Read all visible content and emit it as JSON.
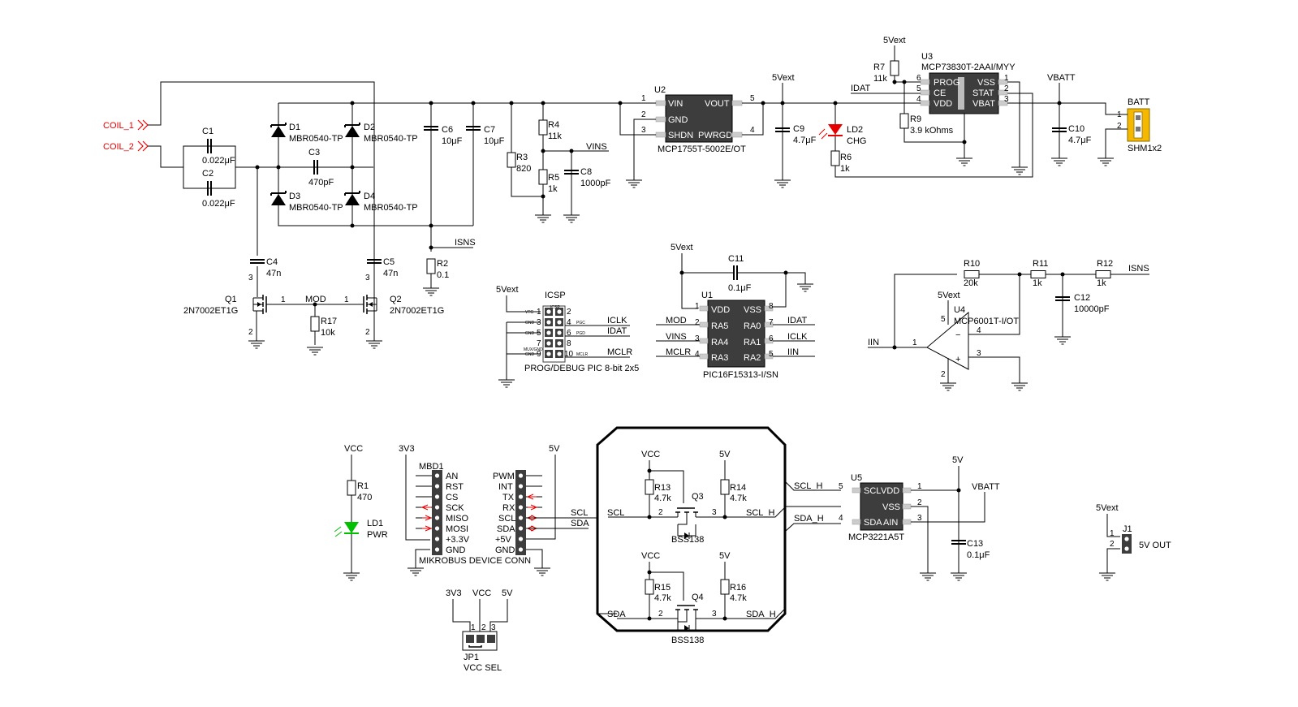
{
  "coils": {
    "coil1": "COIL_1",
    "coil2": "COIL_2"
  },
  "caps": {
    "c1": {
      "ref": "C1",
      "val": "0.022μF"
    },
    "c2": {
      "ref": "C2",
      "val": "0.022μF"
    },
    "c3": {
      "ref": "C3",
      "val": "470pF"
    },
    "c4": {
      "ref": "C4",
      "val": "47n"
    },
    "c5": {
      "ref": "C5",
      "val": "47n"
    },
    "c6": {
      "ref": "C6",
      "val": "10μF"
    },
    "c7": {
      "ref": "C7",
      "val": "10μF"
    },
    "c8": {
      "ref": "C8",
      "val": "1000pF"
    },
    "c9": {
      "ref": "C9",
      "val": "4.7μF"
    },
    "c10": {
      "ref": "C10",
      "val": "4.7μF"
    },
    "c11": {
      "ref": "C11",
      "val": "0.1μF"
    },
    "c12": {
      "ref": "C12",
      "val": "10000pF"
    },
    "c13": {
      "ref": "C13",
      "val": "0.1μF"
    }
  },
  "diodes": {
    "d1": {
      "ref": "D1",
      "val": "MBR0540-TP"
    },
    "d2": {
      "ref": "D2",
      "val": "MBR0540-TP"
    },
    "d3": {
      "ref": "D3",
      "val": "MBR0540-TP"
    },
    "d4": {
      "ref": "D4",
      "val": "MBR0540-TP"
    }
  },
  "resistors": {
    "r1": {
      "ref": "R1",
      "val": "470"
    },
    "r2": {
      "ref": "R2",
      "val": "0.1"
    },
    "r3": {
      "ref": "R3",
      "val": "820"
    },
    "r4": {
      "ref": "R4",
      "val": "11k"
    },
    "r5": {
      "ref": "R5",
      "val": "1k"
    },
    "r6": {
      "ref": "R6",
      "val": "1k"
    },
    "r7": {
      "ref": "R7",
      "val": "11k"
    },
    "r9": {
      "ref": "R9",
      "val": "3.9 kOhms"
    },
    "r10": {
      "ref": "R10",
      "val": "20k"
    },
    "r11": {
      "ref": "R11",
      "val": "1k"
    },
    "r12": {
      "ref": "R12",
      "val": "1k"
    },
    "r13": {
      "ref": "R13",
      "val": "4.7k"
    },
    "r14": {
      "ref": "R14",
      "val": "4.7k"
    },
    "r15": {
      "ref": "R15",
      "val": "4.7k"
    },
    "r16": {
      "ref": "R16",
      "val": "4.7k"
    },
    "r17": {
      "ref": "R17",
      "val": "10k"
    }
  },
  "fets": {
    "q1": {
      "ref": "Q1",
      "val": "2N7002ET1G"
    },
    "q2": {
      "ref": "Q2",
      "val": "2N7002ET1G"
    },
    "q3": {
      "ref": "Q3",
      "val": "BSS138"
    },
    "q4": {
      "ref": "Q4",
      "val": "BSS138"
    }
  },
  "nets": {
    "vext": "5Vext",
    "vbatt": "VBATT",
    "vins": "VINS",
    "isns": "ISNS",
    "idat": "IDAT",
    "iclk": "ICLK",
    "mclr": "MCLR",
    "mod": "MOD",
    "iin": "IIN",
    "vcc": "VCC",
    "v3v3": "3V3",
    "v5": "5V",
    "scl": "SCL",
    "sda": "SDA",
    "scl_h": "SCL_H",
    "sda_h": "SDA_H"
  },
  "u2": {
    "ref": "U2",
    "part": "MCP1755T-5002E/OT",
    "pins": {
      "vin": "VIN",
      "gnd": "GND",
      "shdn": "SHDN",
      "vout": "VOUT",
      "pwrgd": "PWRGD"
    },
    "nums": {
      "p1": "1",
      "p2": "2",
      "p3": "3",
      "p4": "4",
      "p5": "5"
    }
  },
  "u3": {
    "ref": "U3",
    "part": "MCP73830T-2AAI/MYY",
    "pins": {
      "prog": "PROG",
      "ce": "CE",
      "vdd": "VDD",
      "vss": "VSS",
      "stat": "STAT",
      "vbat": "VBAT"
    },
    "nums": {
      "p6": "6",
      "p5": "5",
      "p4": "4",
      "p1": "1",
      "p2": "2",
      "p3": "3"
    }
  },
  "u1": {
    "ref": "U1",
    "part": "PIC16F15313-I/SN",
    "pins": {
      "vdd": "VDD",
      "ra5": "RA5",
      "ra4": "RA4",
      "ra3": "RA3",
      "vss": "VSS",
      "ra0": "RA0",
      "ra1": "RA1",
      "ra2": "RA2"
    },
    "nums": {
      "p1": "1",
      "p2": "2",
      "p3": "3",
      "p4": "4",
      "p8": "8",
      "p7": "7",
      "p6": "6",
      "p5": "5"
    }
  },
  "u4": {
    "ref": "U4",
    "part": "MCP6001T-I/OT",
    "nums": {
      "p1": "1",
      "p2": "2",
      "p3": "3",
      "p4": "4",
      "p5": "5"
    },
    "minus": "−",
    "plus": "+"
  },
  "u5": {
    "ref": "U5",
    "part": "MCP3221A5T",
    "pins": {
      "scl": "SCL",
      "vdd": "VDD",
      "vss": "VSS",
      "sda": "SDA",
      "ain": "AIN"
    },
    "nums": {
      "p5": "5",
      "p4": "4",
      "p1": "1",
      "p2": "2",
      "p3": "3"
    }
  },
  "leds": {
    "ld1": {
      "ref": "LD1",
      "val": "PWR"
    },
    "ld2": {
      "ref": "LD2",
      "val": "CHG"
    }
  },
  "icsp": {
    "ref": "ICSP",
    "part": "PROG/DEBUG PIC 8-bit 2x5",
    "left_nums": [
      "1",
      "3",
      "5",
      "7",
      "9"
    ],
    "right_nums": [
      "2",
      "4",
      "6",
      "8",
      "10"
    ],
    "left_tiny": [
      "VTG",
      "GND",
      "GND",
      "MUX/GND",
      "GND"
    ],
    "right_tiny": [
      "PGC",
      "PGD",
      "MCLR"
    ],
    "header_tiny": "ICSP"
  },
  "mikrobus": {
    "ref": "MBD1",
    "part": "MIKROBUS DEVICE CONN",
    "left": [
      "AN",
      "RST",
      "CS",
      "SCK",
      "MISO",
      "MOSI",
      "+3.3V",
      "GND"
    ],
    "right": [
      "PWM",
      "INT",
      "TX",
      "RX",
      "SCL",
      "SDA",
      "+5V",
      "GND"
    ]
  },
  "conn": {
    "batt": {
      "label": "BATT",
      "part": "SHM1x2",
      "n1": "1",
      "n2": "2"
    },
    "j1": {
      "ref": "J1",
      "label": "5V OUT",
      "n1": "1",
      "n2": "2"
    },
    "jp1": {
      "ref": "JP1",
      "label": "VCC SEL",
      "n1": "1",
      "n2": "2",
      "n3": "3"
    }
  },
  "fetpins": {
    "p1": "1",
    "p2": "2",
    "p3": "3"
  },
  "colors": {
    "coil": "#e60000",
    "led_red": "#e60000",
    "led_green": "#00c000",
    "connector": "#f5b800",
    "ic": "#3d3d3d"
  }
}
